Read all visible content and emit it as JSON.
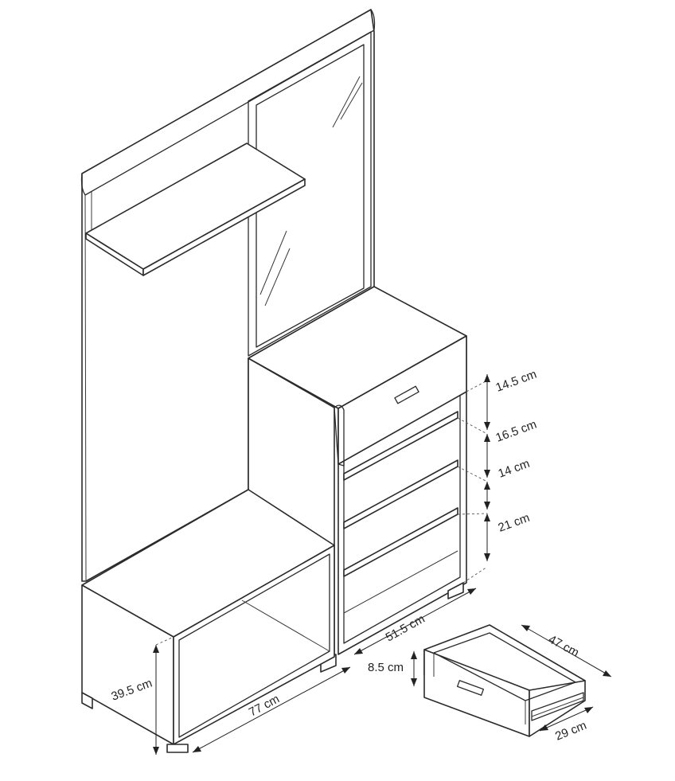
{
  "dimensions": {
    "drawer_height_top": "14.5 cm",
    "shelf_1": "16.5 cm",
    "shelf_2": "14 cm",
    "shelf_3": "21 cm",
    "cabinet_width": "51.5 cm",
    "drawer_depth": "47 cm",
    "drawer_inner_height": "8.5 cm",
    "drawer_width": "29 cm",
    "bench_height": "39.5 cm",
    "bench_width": "77 cm"
  }
}
